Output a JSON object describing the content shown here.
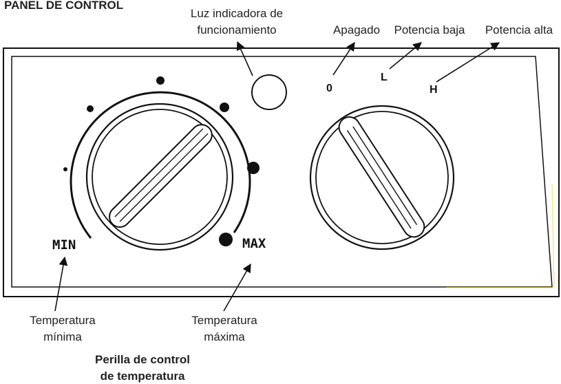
{
  "header": {
    "title": "PANEL DE CONTROL"
  },
  "labels": {
    "indicator_line1": "Luz indicadora de",
    "indicator_line2": "funcionamiento",
    "off": "Apagado",
    "low_power": "Potencia baja",
    "high_power": "Potencia alta",
    "temp_min_line1": "Temperatura",
    "temp_min_line2": "mínima",
    "temp_max_line1": "Temperatura",
    "temp_max_line2": "máxima",
    "knob_caption_line1": "Perilla de control",
    "knob_caption_line2": "de temperatura"
  },
  "panel": {
    "min_label": "MIN",
    "max_label": "MAX",
    "setting_off": "0",
    "setting_low": "L",
    "setting_high": "H"
  },
  "colors": {
    "line": "#111111",
    "background": "#ffffff",
    "accent_edge": "#f2e36a"
  }
}
